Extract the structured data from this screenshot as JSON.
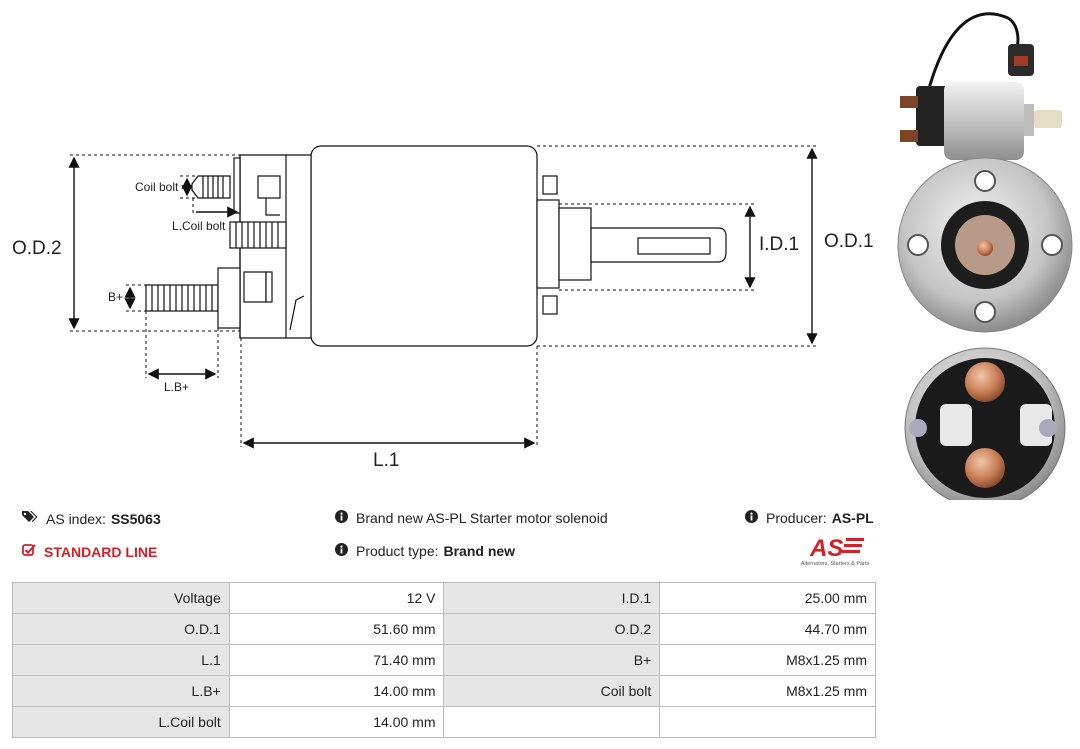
{
  "drawing": {
    "labels": {
      "coil_bolt": "Coil bolt",
      "l_coil_bolt": "L.Coil bolt",
      "b_plus": "B+",
      "l_b_plus": "L.B+",
      "od2": "O.D.2",
      "od1": "O.D.1",
      "id1": "I.D.1",
      "l1": "L.1"
    }
  },
  "info": {
    "as_index_label": "AS index:",
    "as_index_value": "SS5063",
    "standard_line": "STANDARD LINE",
    "description": "Brand new AS-PL Starter motor solenoid",
    "product_type_label": "Product type:",
    "product_type_value": "Brand new",
    "producer_label": "Producer:",
    "producer_value": "AS-PL"
  },
  "logo": {
    "mark": "AS",
    "tagline": "Alternators, Starters & Parts"
  },
  "specs": [
    {
      "label1": "Voltage",
      "value1": "12 V",
      "label2": "I.D.1",
      "value2": "25.00 mm"
    },
    {
      "label1": "O.D.1",
      "value1": "51.60 mm",
      "label2": "O.D.2",
      "value2": "44.70 mm"
    },
    {
      "label1": "L.1",
      "value1": "71.40 mm",
      "label2": "B+",
      "value2": "M8x1.25 mm"
    },
    {
      "label1": "L.B+",
      "value1": "14.00 mm",
      "label2": "Coil bolt",
      "value2": "M8x1.25 mm"
    },
    {
      "label1": "L.Coil bolt",
      "value1": "14.00 mm",
      "label2": "",
      "value2": ""
    }
  ],
  "colors": {
    "accent": "#d42027",
    "table_label_bg": "#e6e6e6",
    "table_border": "#bdbdbd"
  },
  "icons": [
    "tag-icon",
    "checkbox-icon",
    "info-icon"
  ]
}
